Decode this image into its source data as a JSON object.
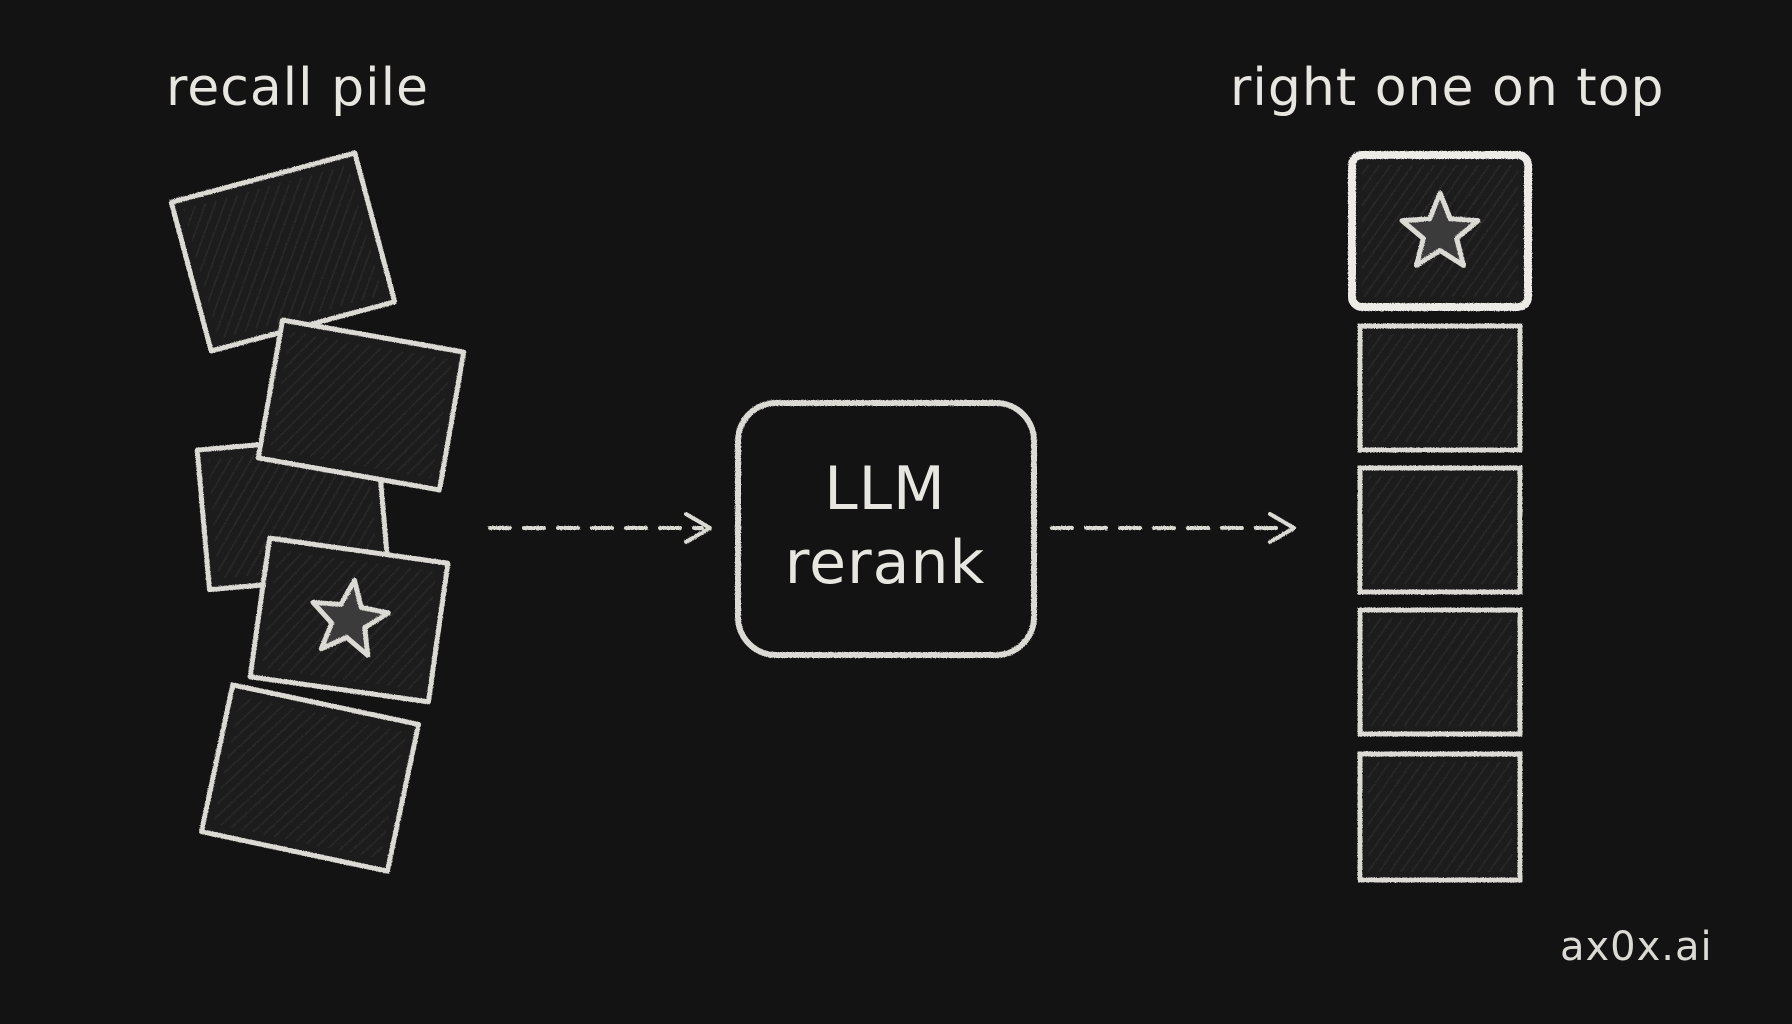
{
  "left_label": "recall pile",
  "right_label": "right one on top",
  "process": {
    "line1": "LLM",
    "line2": "rerank"
  },
  "watermark": "ax0x.ai",
  "colors": {
    "background": "#131313",
    "chalk": "#dcdad4"
  }
}
